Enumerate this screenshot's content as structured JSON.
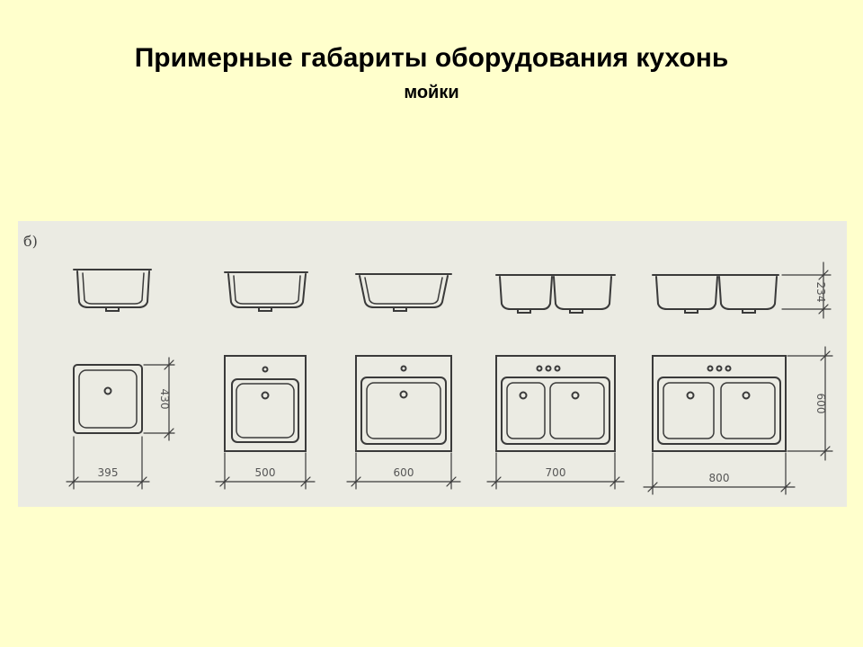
{
  "header": {
    "title": "Примерные габариты оборудования кухонь",
    "subtitle": "мойки"
  },
  "figure": {
    "label": "б)",
    "dimensions": {
      "sink1_width": "395",
      "sink1_depth": "430",
      "sink2_width": "500",
      "sink3_width": "600",
      "sink4_width": "700",
      "sink5_width": "800",
      "cabinet_depth": "600",
      "sink_height": "234"
    }
  }
}
